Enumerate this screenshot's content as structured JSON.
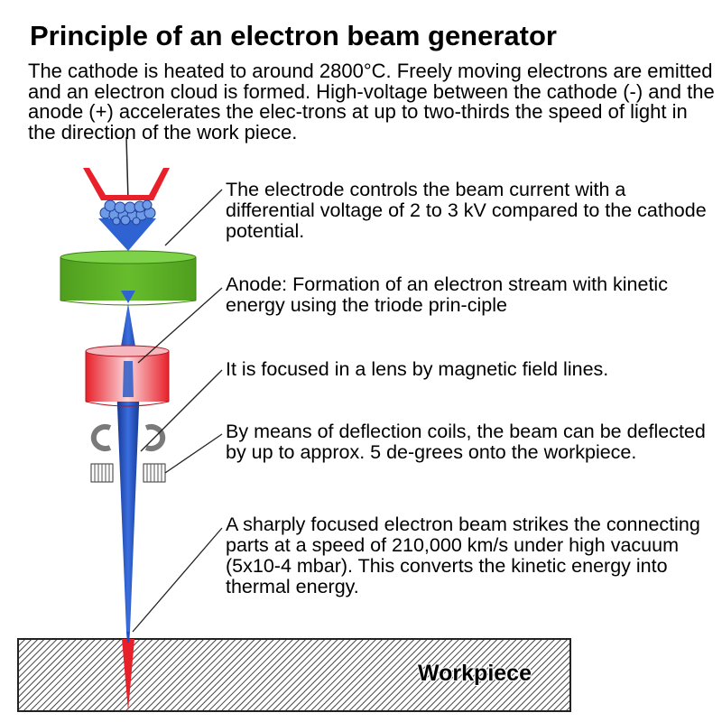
{
  "title": "Principle of an electron beam generator",
  "intro": "The cathode is heated to around 2800°C. Freely moving electrons are emitted and an electron cloud is formed. High-voltage between the cathode (-) and the anode (+) accelerates the elec-trons at up to two-thirds the speed of light in the direction of the work piece.",
  "callouts": {
    "electrode": "The electrode controls the beam current with a differential voltage of 2 to 3 kV compared to the cathode potential.",
    "anode": "Anode: Formation of an electron stream with kinetic energy using the triode prin-ciple",
    "lens": "It is focused in a lens by magnetic field lines.",
    "deflection": "By means of deflection coils, the beam can be deflected by up to approx. 5 de-grees onto the workpiece.",
    "beam": "A sharply focused electron beam strikes the connecting parts at a speed of 210,000 km/s under high vacuum (5x10-4 mbar). This converts the kinetic energy into thermal energy."
  },
  "workpiece_label": "Workpiece",
  "colors": {
    "cathode_cup": "#e8202a",
    "electrons": "#4a7fd6",
    "anode": "#5fb328",
    "lens": "#e8202a",
    "beam": "#1f4fc4",
    "workpiece_hatch": "#555555",
    "weld_spot": "#e8202a"
  }
}
